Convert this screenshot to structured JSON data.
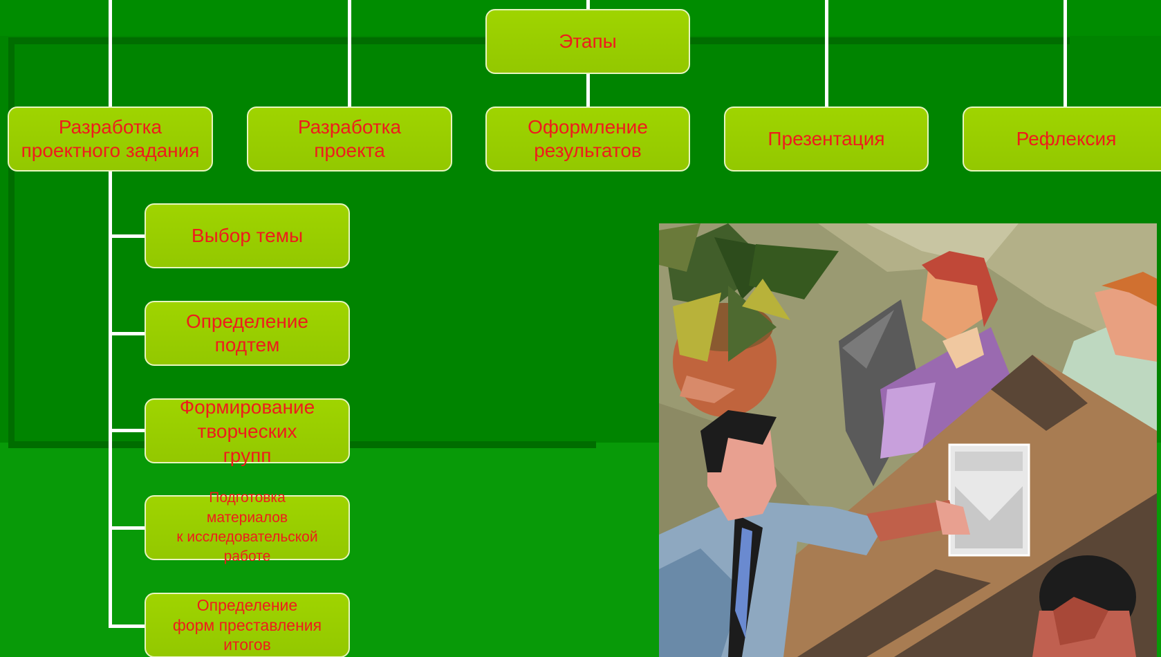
{
  "diagram": {
    "root": "Этапы",
    "stages": [
      "Разработка\nпроектного задания",
      "Разработка\nпроекта",
      "Оформление\nрезультатов",
      "Презентация",
      "Рефлексия"
    ],
    "substeps": [
      "Выбор темы",
      "Определение\nподтем",
      "Формирование\nтворческих\nгрупп",
      "Подготовка\nматериалов\nк исследовательской\nработе",
      "Определение\nформ преставления\nитогов"
    ]
  },
  "colors": {
    "background": "#008c00",
    "node_fill": "#99cc00",
    "node_border": "#e8f5c0",
    "node_text": "#ee1c1c",
    "connector": "#ffffff"
  },
  "illustration": {
    "icon": "business-meeting-clipart"
  }
}
